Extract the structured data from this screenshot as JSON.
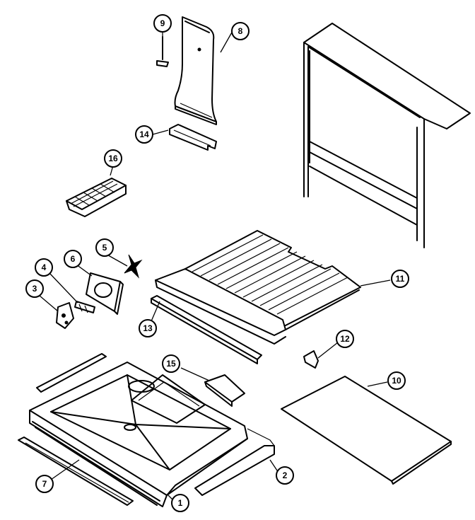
{
  "diagram": {
    "callouts": [
      {
        "id": "c1",
        "label": "1"
      },
      {
        "id": "c2",
        "label": "2"
      },
      {
        "id": "c3",
        "label": "3"
      },
      {
        "id": "c4",
        "label": "4"
      },
      {
        "id": "c5",
        "label": "5"
      },
      {
        "id": "c6",
        "label": "6"
      },
      {
        "id": "c7",
        "label": "7"
      },
      {
        "id": "c8",
        "label": "8"
      },
      {
        "id": "c9",
        "label": "9"
      },
      {
        "id": "c10",
        "label": "10"
      },
      {
        "id": "c11",
        "label": "11"
      },
      {
        "id": "c12",
        "label": "12"
      },
      {
        "id": "c13",
        "label": "13"
      },
      {
        "id": "c14",
        "label": "14"
      },
      {
        "id": "c15",
        "label": "15"
      },
      {
        "id": "c16",
        "label": "16"
      }
    ]
  }
}
